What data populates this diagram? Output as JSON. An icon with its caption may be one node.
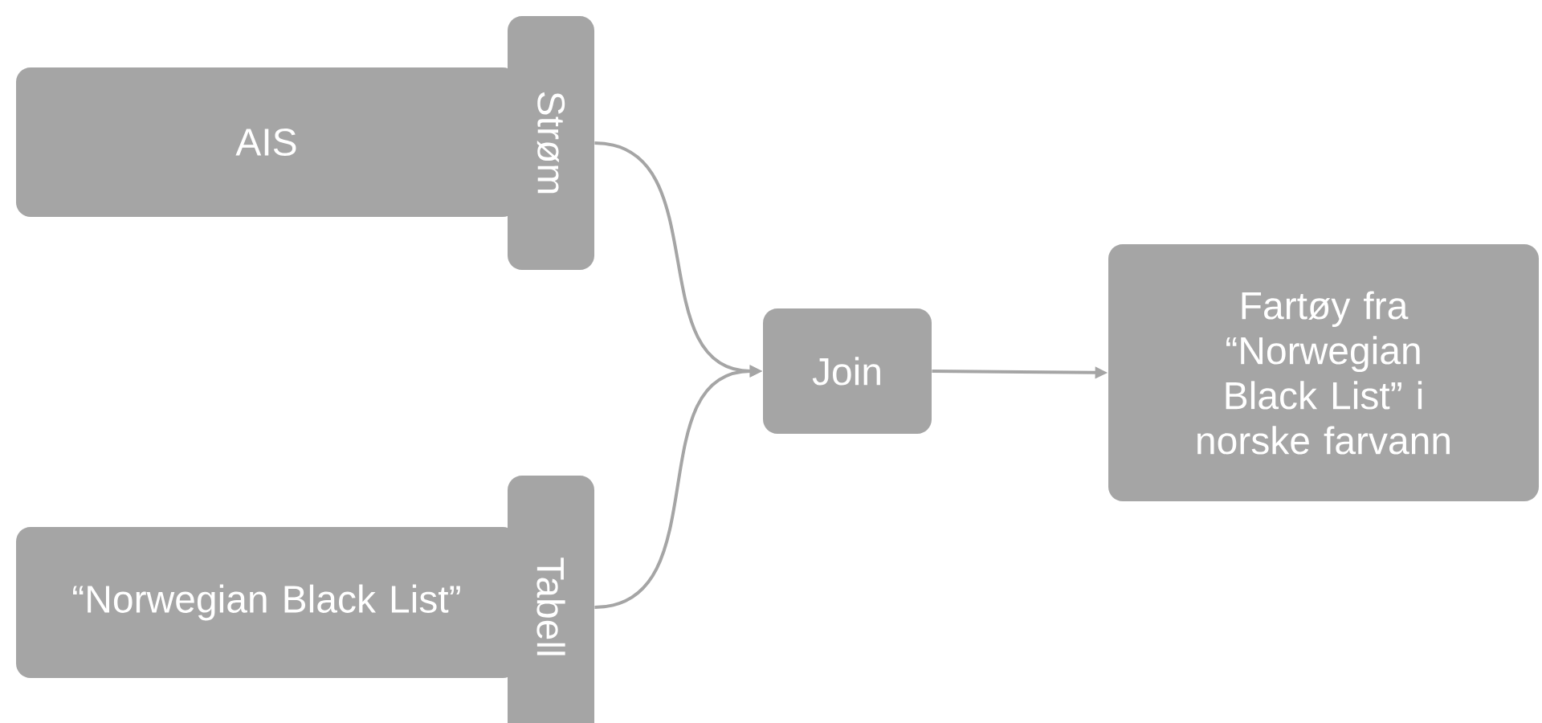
{
  "diagram": {
    "nodes": [
      {
        "text": [
          "AIS"
        ]
      },
      {
        "text": [
          "Strøm"
        ]
      },
      {
        "text": [
          "“Norwegian Black List”"
        ]
      },
      {
        "text": [
          "Tabell"
        ]
      },
      {
        "text": [
          "Join"
        ]
      },
      {
        "text": [
          "Fartøy fra “Norwegian Black List” i norske farvann"
        ]
      }
    ],
    "edges": [
      {
        "from": 1,
        "to": 4,
        "arrow": "to"
      },
      {
        "from": 3,
        "to": 4,
        "arrow": "to"
      },
      {
        "from": 4,
        "to": 5,
        "arrow": "to"
      }
    ]
  }
}
